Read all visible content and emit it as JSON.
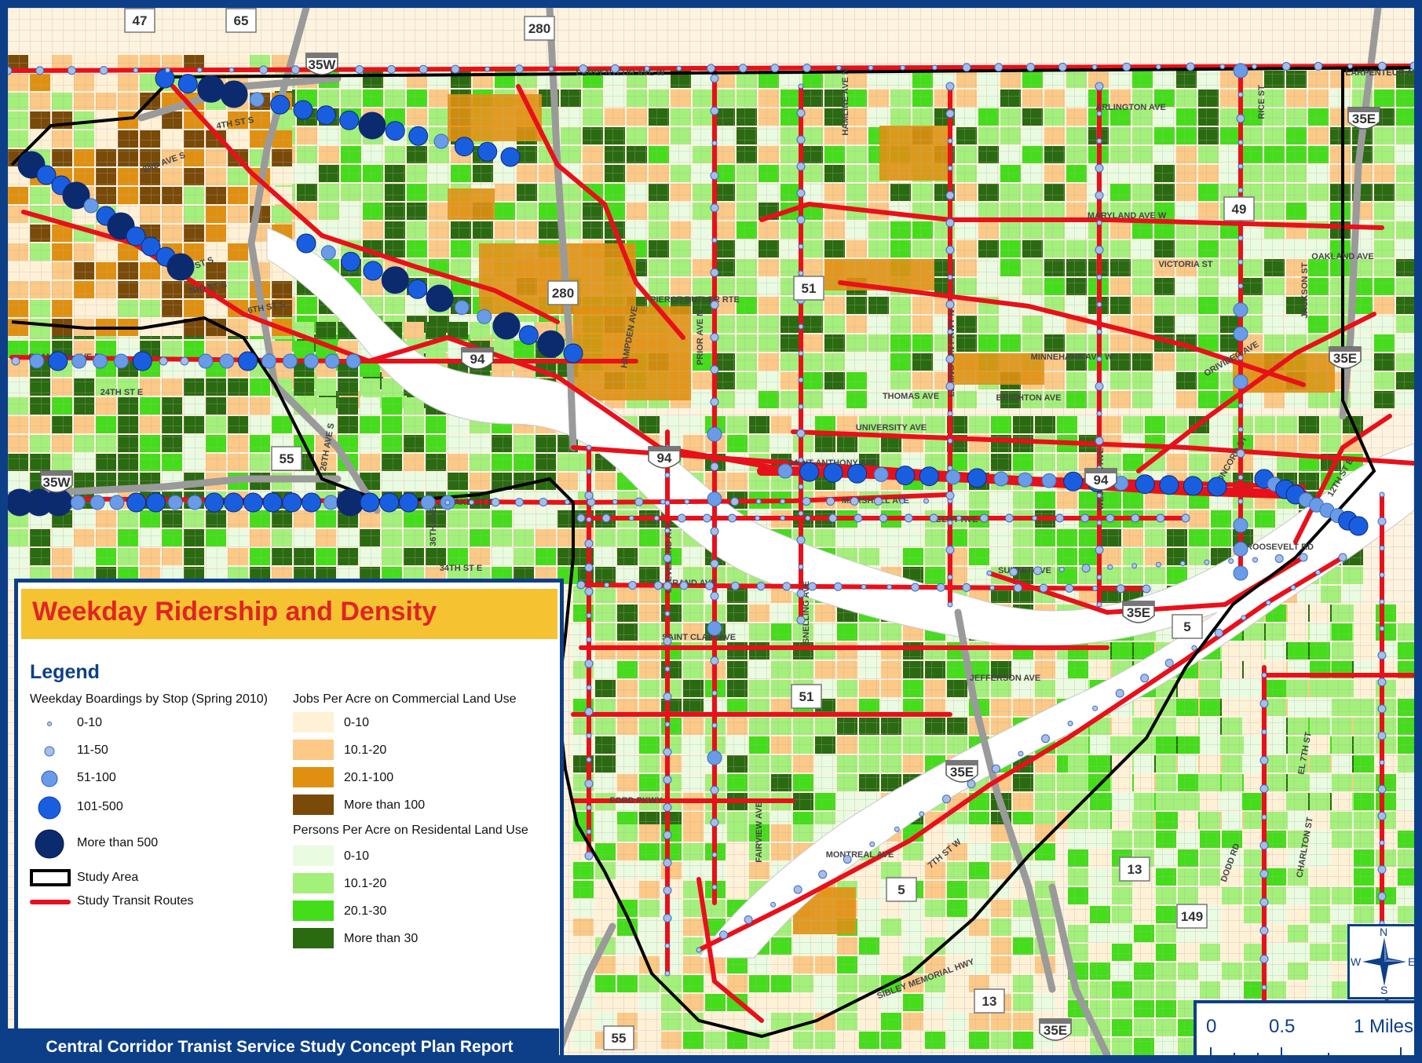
{
  "title": "Weekday Ridership and Density",
  "footer": "Central Corridor Tranist Service Study Concept Plan Report",
  "legend": {
    "heading": "Legend",
    "boardings_title": "Weekday Boardings by Stop (Spring 2010)",
    "boardings": [
      {
        "label": "0-10",
        "color": "#b8c8e8"
      },
      {
        "label": "11-50",
        "color": "#a8bde6"
      },
      {
        "label": "51-100",
        "color": "#6a9be6"
      },
      {
        "label": "101-500",
        "color": "#1a5ee0"
      },
      {
        "label": "More than 500",
        "color": "#0c2a6e"
      }
    ],
    "study_area": "Study Area",
    "study_routes": "Study Transit Routes",
    "jobs_title": "Jobs Per Acre on Commercial Land Use",
    "jobs": [
      {
        "label": "0-10",
        "color": "#fff1d6"
      },
      {
        "label": "10.1-20",
        "color": "#fcc986"
      },
      {
        "label": "20.1-100",
        "color": "#e09010"
      },
      {
        "label": "More than 100",
        "color": "#7a4a08"
      }
    ],
    "persons_title": "Persons Per Acre on Residental Land Use",
    "persons": [
      {
        "label": "0-10",
        "color": "#e9fbe0"
      },
      {
        "label": "10.1-20",
        "color": "#a3f07a"
      },
      {
        "label": "20.1-30",
        "color": "#44dd1a"
      },
      {
        "label": "More than 30",
        "color": "#2a6a10"
      }
    ]
  },
  "scale": {
    "labels": [
      "0",
      "0.5",
      "1 Miles"
    ]
  },
  "compass": {
    "n": "N",
    "s": "S",
    "e": "E",
    "w": "W"
  },
  "colors": {
    "route": "#e8101a",
    "study_area": "#000000",
    "frame": "#0d3f88",
    "title_bar": "#f5c331",
    "title_text": "#e02424"
  },
  "map": {
    "streets": [
      "LARPENTEUR AVE W",
      "LARPENTEUR AVE W",
      "MARYLAND AVE W",
      "PIERCE BUTLER RTE",
      "MINNEHAHA AVE W",
      "THOMAS AVE",
      "UNIVERSITY AVE",
      "SAINT ANTHONY AVE",
      "MARSHALL AVE",
      "SELBY AVE",
      "SUMMIT AVE",
      "GRAND AVE",
      "SAINT CLAIR AVE",
      "JEFFERSON AVE",
      "FORD PKWY",
      "MONTREAL AVE",
      "7TH ST W",
      "SIBLEY MEMORIAL HWY",
      "LAKE ST E",
      "24TH ST E",
      "34TH ST E",
      "FRANKLIN AVE E",
      "5TH ST S",
      "3RD ST S",
      "4TH ST S",
      "6TH ST S",
      "2ND AVE S",
      "HAMPDEN AVE",
      "PRIOR AVE N",
      "LEXINGTON PKWY N",
      "SNELLING AVE",
      "FAIRVIEW AVE",
      "CLEVELAND AVE",
      "JACKSON ST",
      "CHARLTON ST",
      "DODD RD",
      "26TH AVE S",
      "36TH AVE S",
      "HAMLINE AVE N",
      "WESTERN AVE",
      "RICE ST",
      "ARLINGTON AVE",
      "ORIVIDEO AVE",
      "OAKLAND AVE",
      "ROOSEVELT RD",
      "12TH ST E",
      "S 30TH AVE",
      "BRIGHTON AVE",
      "CONCORD ST",
      "VICTORIA ST",
      "EL 7TH ST"
    ],
    "shields": [
      "47",
      "65",
      "280",
      "35W",
      "280",
      "51",
      "94",
      "55",
      "35W",
      "94",
      "94",
      "51",
      "35E",
      "5",
      "35E",
      "5",
      "13",
      "149",
      "13",
      "35E",
      "55",
      "49",
      "35E",
      "35E"
    ]
  }
}
